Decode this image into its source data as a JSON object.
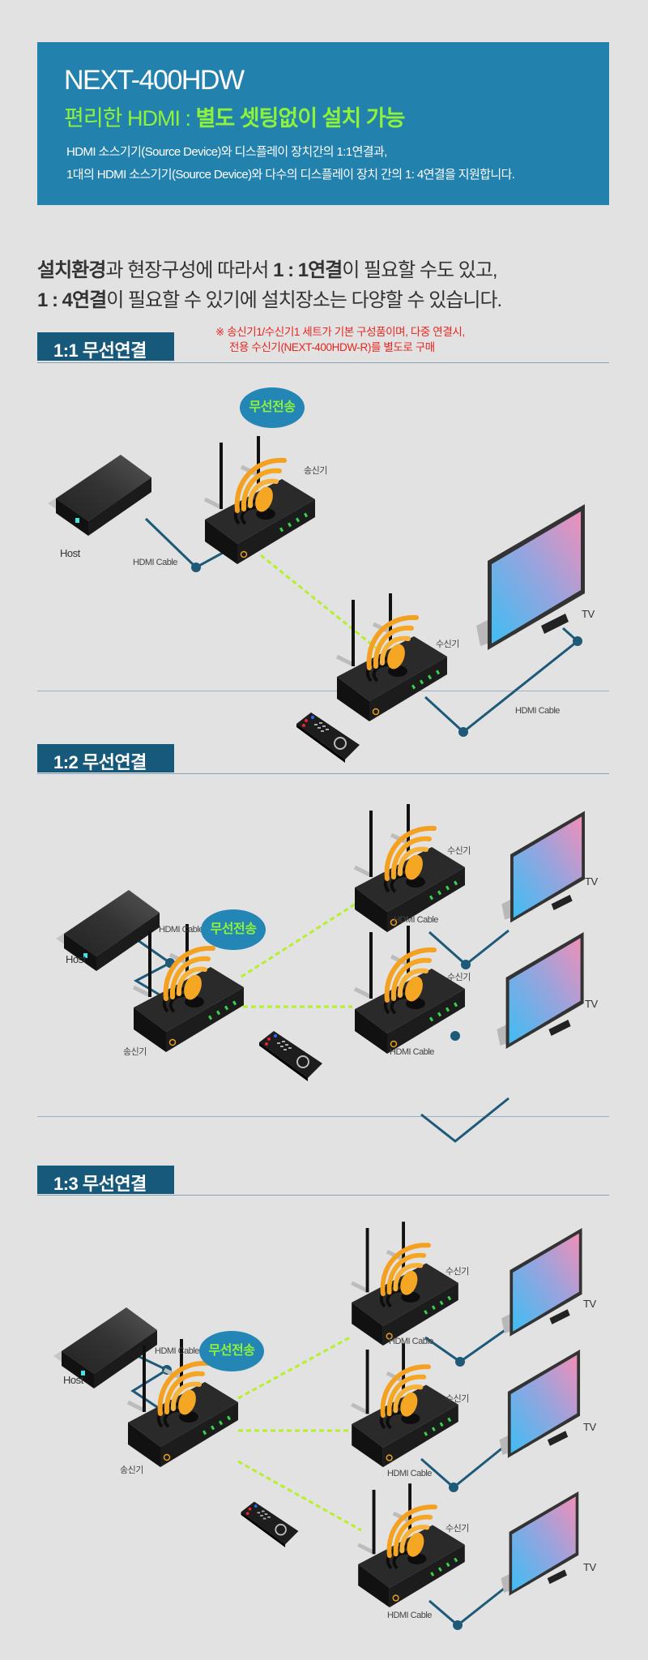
{
  "hero": {
    "model": "NEXT-400HDW",
    "subtitle_light": "편리한 HDMI : ",
    "subtitle_bold": "별도 셋팅없이 설치 가능",
    "desc_line1": "HDMI 소스기기(Source Device)와 디스플레이 장치간의 1:1연결과,",
    "desc_line2": "1대의 HDMI 소스기기(Source Device)와 다수의 디스플레이 장치 간의 1: 4연결을 지원합니다."
  },
  "intro": {
    "l1_b1": "설치환경",
    "l1_t1": "과 현장구성에 따라서 ",
    "l1_b2": "1 : 1연결",
    "l1_t2": "이 필요할 수도 있고,",
    "l2_b1": "1 : 4연결",
    "l2_t1": "이 필요할 수 있기에 설치장소는 다양할 수 있습니다."
  },
  "note": {
    "line1": "※  송신기1/수신기1 세트가 기본 구성품이며, 다중 연결시,",
    "line2": "전용 수신기(NEXT-400HDW-R)를 별도로 구매"
  },
  "labels": {
    "host": "Host",
    "hdmi_cable": "HDMI Cable",
    "transmitter": "송신기",
    "receiver": "수신기",
    "tv": "TV",
    "wireless": "무선전송"
  },
  "sections": [
    {
      "title": "1:1 무선연결"
    },
    {
      "title": "1:2 무선연결"
    },
    {
      "title": "1:3 무선연결"
    }
  ],
  "colors": {
    "hero_bg": "#2282ad",
    "accent_green": "#8ef23b",
    "section_head": "#16597b",
    "cable": "#1e5a78",
    "wireless_link": "#b6f02a",
    "note_red": "#e8261f"
  }
}
